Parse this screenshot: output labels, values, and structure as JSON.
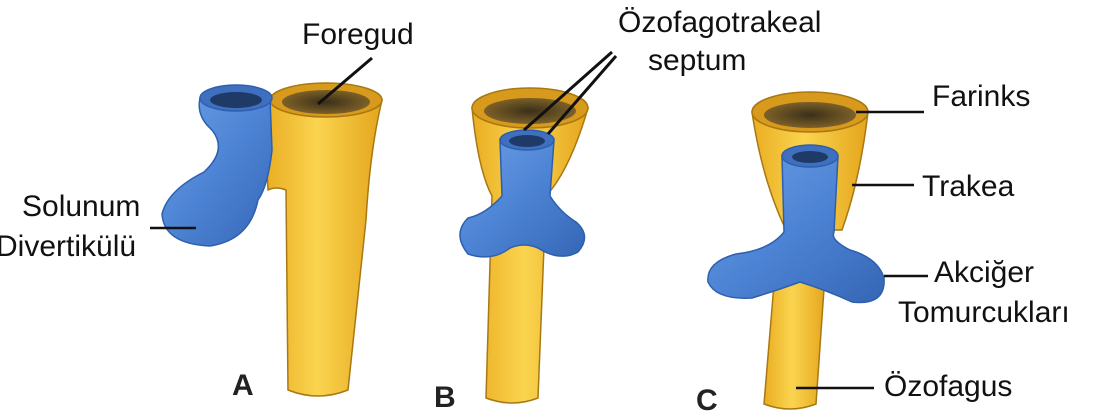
{
  "labels": {
    "foregud": "Foregud",
    "ozofagotrakeal_line1": "Özofagotrakeal",
    "ozofagotrakeal_line2": "septum",
    "solunum_line1": "Solunum",
    "solunum_line2": "Divertikülü",
    "farinks": "Farinks",
    "trakea": "Trakea",
    "akciger_line1": "Akciğer",
    "akciger_line2": "Tomurcukları",
    "ozofagus": "Özofagus"
  },
  "panels": {
    "a": "A",
    "b": "B",
    "c": "C"
  },
  "colors": {
    "esophagus": "#f2c13a",
    "esophagus_dark": "#c9941a",
    "respiratory": "#4f86d6",
    "respiratory_dark": "#2d5fae",
    "inner": "#5a4a2a"
  }
}
